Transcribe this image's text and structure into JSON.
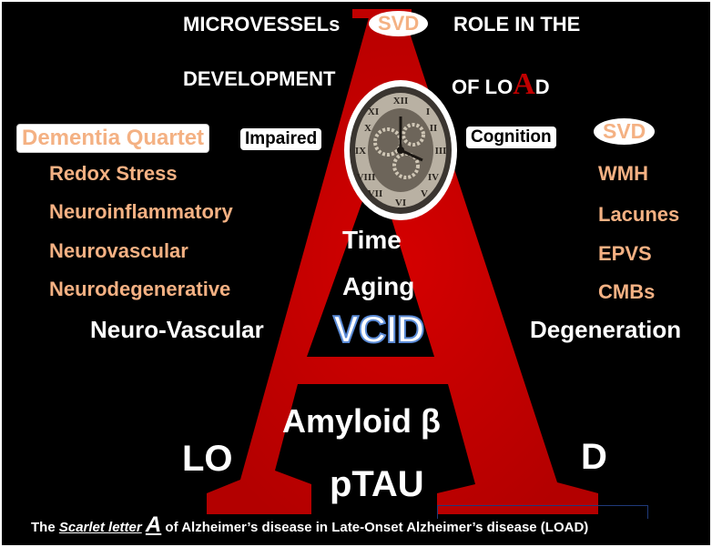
{
  "title_line1": {
    "left": "MICROVESSELs",
    "badge": "SVD",
    "right": "ROLE IN THE"
  },
  "title_line2": {
    "left": "DEVELOPMENT",
    "right_prefix": "OF LO",
    "right_letter": "A",
    "right_suffix": "D"
  },
  "quartet": {
    "title": "Dementia Quartet",
    "items": [
      "Redox Stress",
      "Neuroinflammatory",
      "Neurovascular",
      "Neurodegenerative"
    ]
  },
  "impaired": "Impaired",
  "cognition": "Cognition",
  "svd": {
    "title": "SVD",
    "items": [
      "WMH",
      "Lacunes",
      "EPVS",
      "CMBs"
    ]
  },
  "center": {
    "time": "Time",
    "aging": "Aging",
    "vcid": "VCID"
  },
  "neuro_vascular": "Neuro-Vascular",
  "degeneration": "Degeneration",
  "amyloid": "Amyloid β",
  "ptau": "pTAU",
  "lo_left": "LO",
  "d_right": "D",
  "caption": {
    "prefix": "The",
    "italic": "Scarlet letter",
    "big_a": "A",
    "suffix": "of Alzheimer’s disease in Late-Onset Alzheimer’s disease (LOAD)"
  },
  "colors": {
    "background": "#000000",
    "scarlet": "#c00000",
    "orange": "#f4b183",
    "vcid_outline": "#5b8bd6"
  },
  "icons": {
    "clock": "clock-gears-icon"
  }
}
